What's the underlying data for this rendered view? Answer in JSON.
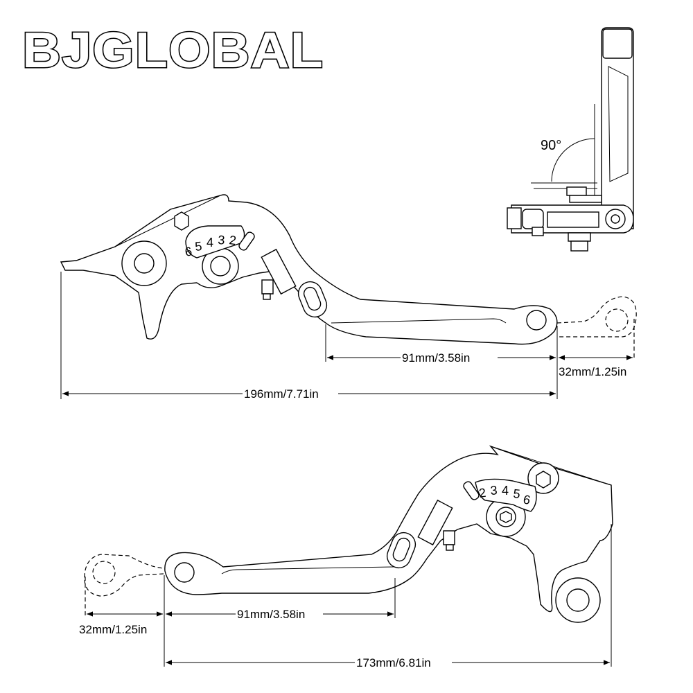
{
  "brand": {
    "logo_text": "BJGLOBAL"
  },
  "side_view": {
    "angle_label": "90°"
  },
  "top_lever": {
    "adjuster_scale": [
      "6",
      "5",
      "4",
      "3",
      "2"
    ],
    "reach_label": "91mm/3.58in",
    "extension_label": "32mm/1.25in",
    "overall_label": "196mm/7.71in"
  },
  "bottom_lever": {
    "adjuster_scale": [
      "2",
      "3",
      "4",
      "5",
      "6"
    ],
    "reach_label": "91mm/3.58in",
    "extension_label": "32mm/1.25in",
    "overall_label": "173mm/6.81in"
  }
}
